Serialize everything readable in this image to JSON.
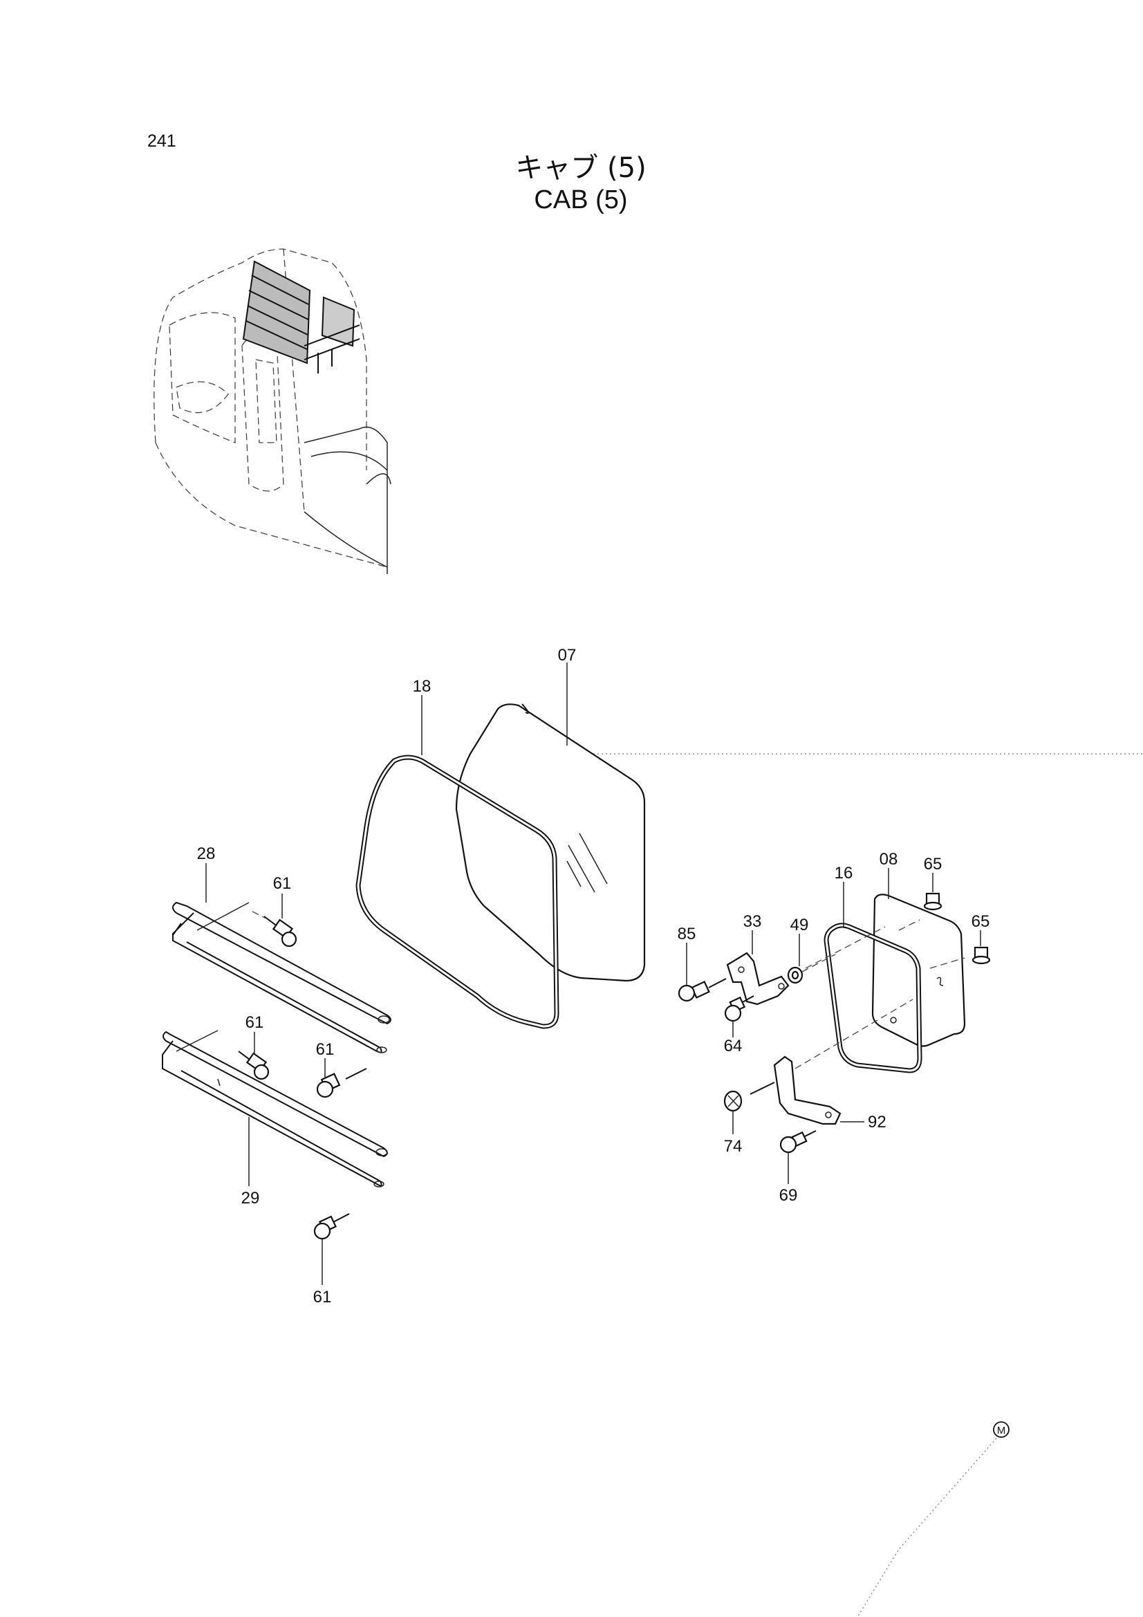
{
  "header": {
    "page_number": "241",
    "title_jp": "キャブ (5)",
    "title_en": "CAB (5)"
  },
  "callouts": {
    "p07": "07",
    "p18": "18",
    "p28": "28",
    "p29": "29",
    "p61a": "61",
    "p61b": "61",
    "p61c": "61",
    "p61d": "61",
    "p08": "08",
    "p16": "16",
    "p65a": "65",
    "p65b": "65",
    "p33": "33",
    "p49": "49",
    "p85": "85",
    "p64": "64",
    "p74": "74",
    "p92": "92",
    "p69": "69"
  },
  "footer": {
    "marker": "M"
  }
}
